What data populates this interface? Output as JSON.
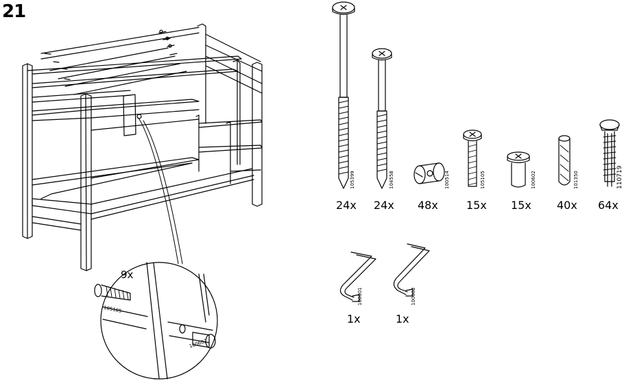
{
  "step": "21",
  "detail": {
    "qty": "9x",
    "screw_code": "105105",
    "nut_code": "100602"
  },
  "parts": [
    {
      "code": "105399",
      "qty": "24x",
      "icon": "long-bolt-icon"
    },
    {
      "code": "104558",
      "qty": "24x",
      "icon": "long-bolt-icon"
    },
    {
      "code": "100514",
      "qty": "48x",
      "icon": "barrel-nut-icon"
    },
    {
      "code": "105105",
      "qty": "15x",
      "icon": "bolt-icon"
    },
    {
      "code": "100602",
      "qty": "15x",
      "icon": "cap-nut-icon"
    },
    {
      "code": "101350",
      "qty": "40x",
      "icon": "dowel-icon"
    },
    {
      "code": "110719",
      "qty": "64x",
      "icon": "anchor-icon"
    }
  ],
  "tools": [
    {
      "code": "100001",
      "qty": "1x",
      "icon": "allen-key-icon"
    },
    {
      "code": "100002",
      "qty": "1x",
      "icon": "allen-key-icon"
    }
  ]
}
